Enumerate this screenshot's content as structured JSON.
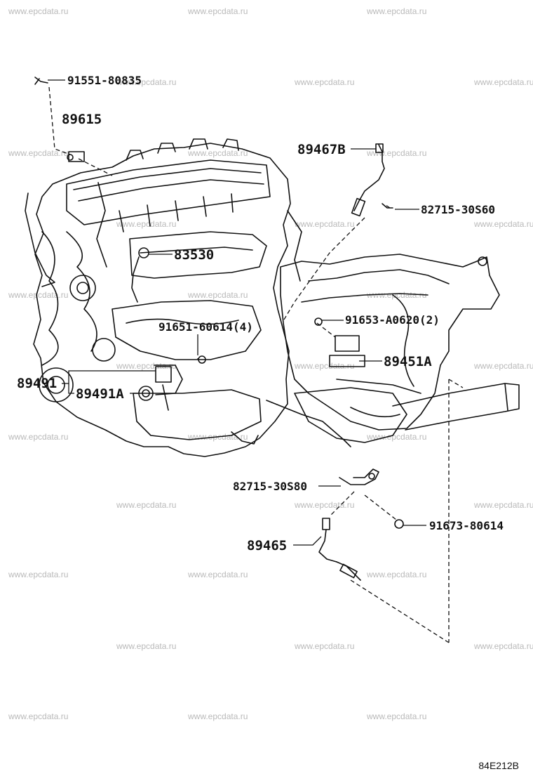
{
  "watermark": "www.epcdata.ru",
  "diagram_code": "84E212B",
  "parts": {
    "p91551": "91551-80835",
    "p89615": "89615",
    "p89467B": "89467B",
    "p82715_30S60": "82715-30S60",
    "p83530": "83530",
    "p91653": "91653-A0620(2)",
    "p91651": "91651-60614(4)",
    "p89451A": "89451A",
    "p89491": "89491",
    "p89491A": "89491A",
    "p82715_30S80": "82715-30S80",
    "p91673": "91673-80614",
    "p89465": "89465"
  }
}
